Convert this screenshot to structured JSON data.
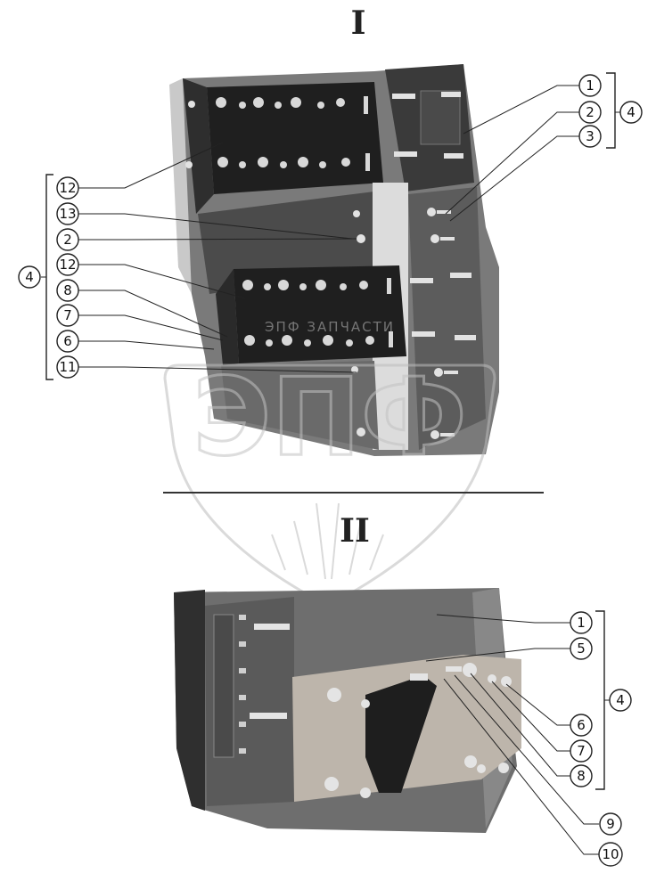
{
  "views": {
    "top": {
      "title": "I"
    },
    "bottom": {
      "title": "II"
    }
  },
  "watermark": {
    "letters": "ЭПФ",
    "ribbon": "ЭПФ ЗАПЧАСТИ"
  },
  "callouts": {
    "top": {
      "right": [
        "1",
        "2",
        "3"
      ],
      "right_group": "4",
      "left": [
        "12",
        "13",
        "2",
        "12",
        "8",
        "7",
        "6",
        "11"
      ],
      "left_group": "4"
    },
    "bottom": {
      "right": [
        "1",
        "5",
        "6",
        "7",
        "8",
        "9",
        "10"
      ],
      "right_group": "4"
    }
  },
  "colors": {
    "panel_dark": "#2b2b2b",
    "panel_mid": "#555555",
    "frame_gray": "#6b6b6b",
    "plate_light": "#bdb5ab",
    "watermark": "#c8c8c8"
  }
}
